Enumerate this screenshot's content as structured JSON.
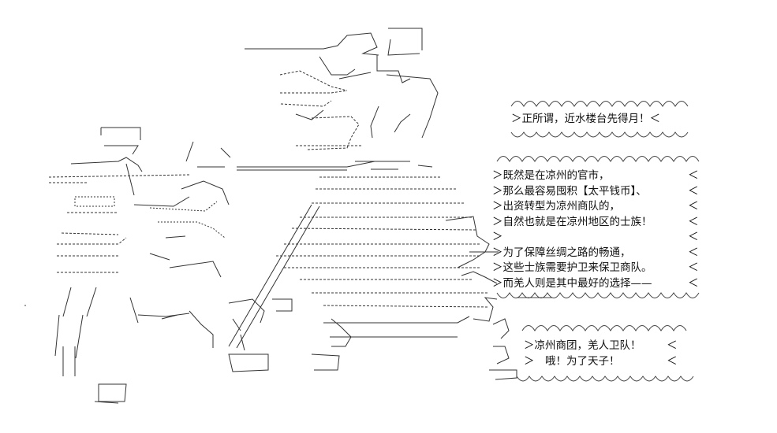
{
  "bubbles": {
    "top": {
      "lines": [
        "＞正所谓，近水楼台先得月！＜"
      ]
    },
    "middle": {
      "lines": [
        "＞既然是在凉州的官市，",
        "＞那么最容易囤积【太平钱币】、",
        "＞出资转型为凉州商队的，",
        "＞自然也就是在凉州地区的士族！",
        "＞",
        "＞为了保障丝绸之路的畅通，",
        "＞这些士族需要护卫来保卫商队。",
        "＞而羌人则是其中最好的选择——"
      ]
    },
    "bottom": {
      "lines": [
        "＞凉州商团，羌人卫队！",
        "＞　哦！为了天子！"
      ]
    }
  }
}
